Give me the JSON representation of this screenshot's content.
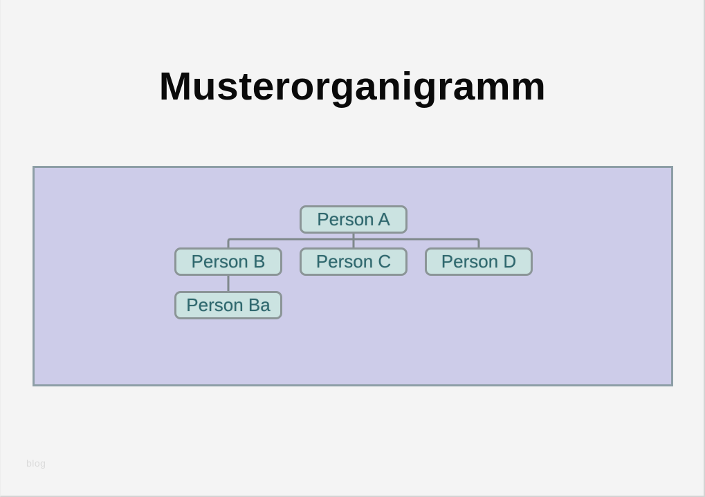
{
  "page": {
    "title": "Musterorganigramm",
    "watermark": "blog"
  },
  "colors": {
    "background": "#f4f4f4",
    "panel_fill": "#cdcce9",
    "panel_border": "#8d9ea6",
    "node_fill": "#cbe3e1",
    "node_border": "#8b9597",
    "node_text": "#2f686e",
    "connector": "#7f898c",
    "title_text": "#0a0a0a",
    "watermark_text": "#dbdbdb"
  },
  "orgchart": {
    "type": "org-chart",
    "nodes": [
      {
        "id": "A",
        "label": "Person A",
        "parent": null,
        "level": 1
      },
      {
        "id": "B",
        "label": "Person B",
        "parent": "A",
        "level": 2
      },
      {
        "id": "C",
        "label": "Person C",
        "parent": "A",
        "level": 2
      },
      {
        "id": "D",
        "label": "Person D",
        "parent": "A",
        "level": 2
      },
      {
        "id": "Ba",
        "label": "Person Ba",
        "parent": "B",
        "level": 3
      }
    ],
    "edges": [
      {
        "from": "A",
        "to": "B"
      },
      {
        "from": "A",
        "to": "C"
      },
      {
        "from": "A",
        "to": "D"
      },
      {
        "from": "B",
        "to": "Ba"
      }
    ]
  }
}
